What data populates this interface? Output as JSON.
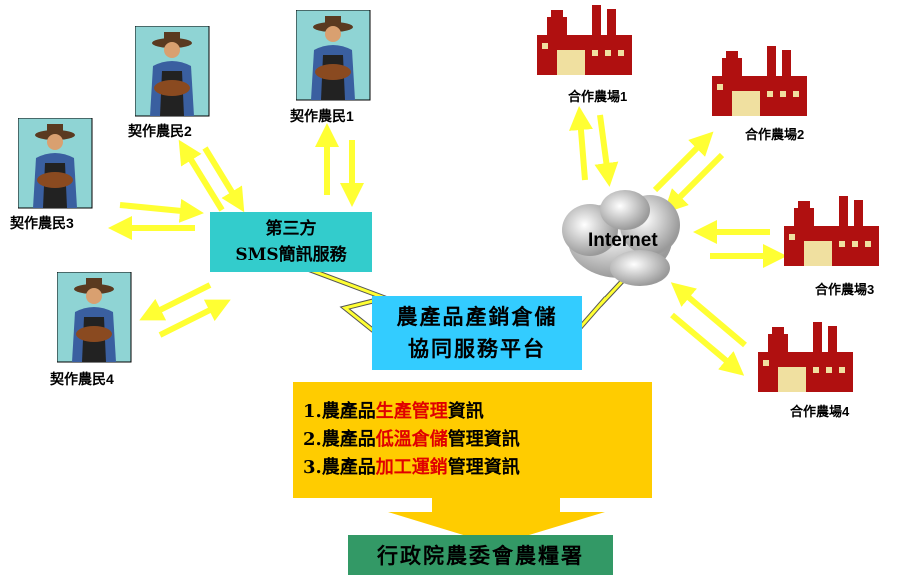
{
  "farmers": [
    {
      "label": "契作農民1"
    },
    {
      "label": "契作農民2"
    },
    {
      "label": "契作農民3"
    },
    {
      "label": "契作農民4"
    }
  ],
  "farms": [
    {
      "label": "合作農場1"
    },
    {
      "label": "合作農場2"
    },
    {
      "label": "合作農場3"
    },
    {
      "label": "合作農場4"
    }
  ],
  "sms": {
    "line1": "第三方",
    "line2": "SMS簡訊服務"
  },
  "internet": {
    "label": "Internet"
  },
  "platform": {
    "line1": "農產品產銷倉儲",
    "line2": "協同服務平台"
  },
  "info": {
    "items": [
      {
        "prefix": "1.農產品",
        "highlight": "生產管理",
        "suffix": "資訊"
      },
      {
        "prefix": "2.農產品",
        "highlight": "低溫倉儲",
        "suffix": "管理資訊"
      },
      {
        "prefix": "3.農產品",
        "highlight": "加工運銷",
        "suffix": "管理資訊"
      }
    ]
  },
  "agency": {
    "label": "行政院農委會農糧署"
  },
  "colors": {
    "arrow": "#FFFF33",
    "sms": "#33CCCC",
    "platform": "#33CCFF",
    "info": "#FFCC00",
    "agency": "#339966",
    "highlight": "#E00000"
  }
}
